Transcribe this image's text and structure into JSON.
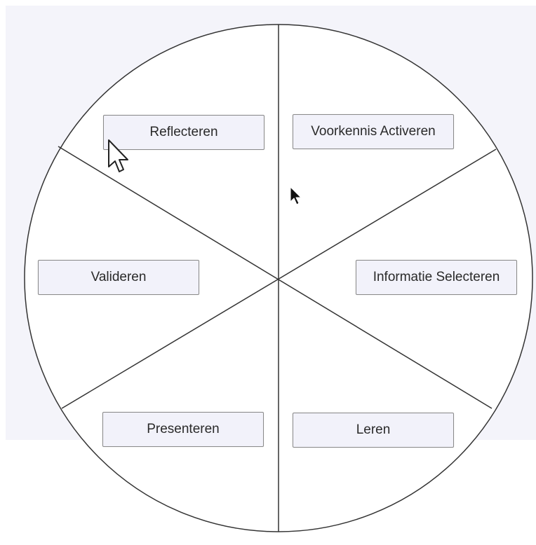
{
  "colors": {
    "background": "#f4f4fa",
    "wheel_fill": "#ffffff",
    "wheel_stroke": "#333333",
    "label_fill": "#f2f2fa",
    "label_border": "#8a8a8a"
  },
  "wheel": {
    "segments": [
      {
        "label": "Reflecteren"
      },
      {
        "label": "Voorkennis Activeren"
      },
      {
        "label": "Valideren"
      },
      {
        "label": "Informatie Selecteren"
      },
      {
        "label": "Presenteren"
      },
      {
        "label": "Leren"
      }
    ]
  },
  "cursors": {
    "hand": "pointer-hand-icon",
    "arrow": "arrow-cursor-icon"
  }
}
